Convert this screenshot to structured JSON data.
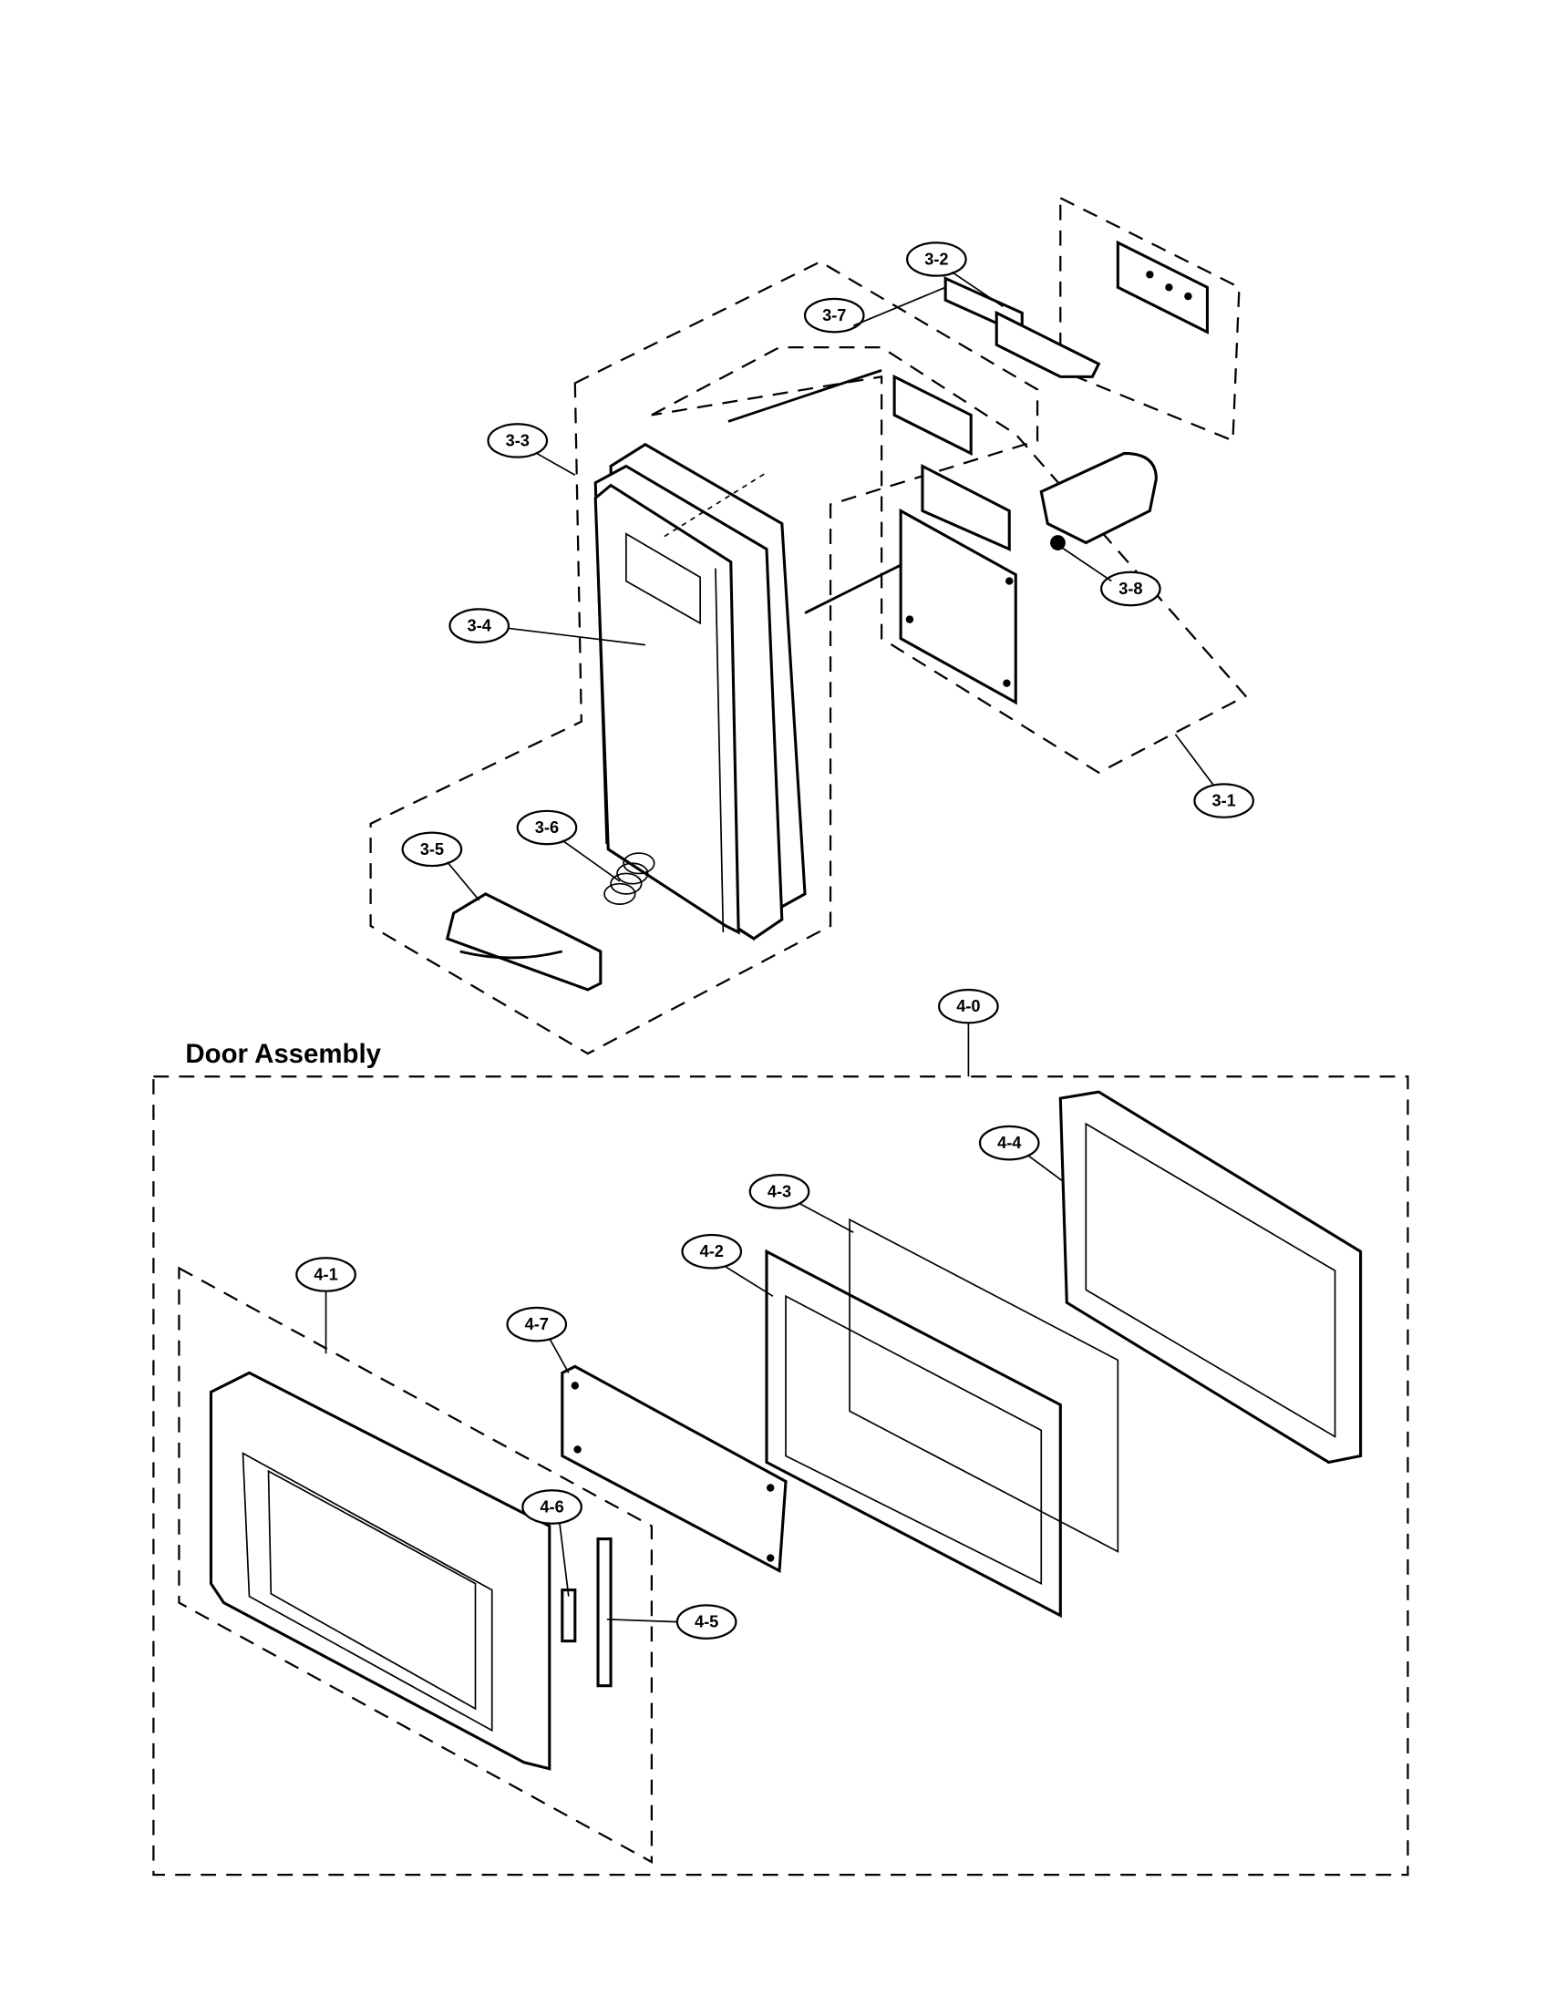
{
  "diagram": {
    "section_title": "Door Assembly",
    "callouts": {
      "c31": "3-1",
      "c32": "3-2",
      "c33": "3-3",
      "c34": "3-4",
      "c35": "3-5",
      "c36": "3-6",
      "c37": "3-7",
      "c38": "3-8",
      "c40": "4-0",
      "c41": "4-1",
      "c42": "4-2",
      "c43": "4-3",
      "c44": "4-4",
      "c45": "4-5",
      "c46": "4-6",
      "c47": "4-7"
    }
  }
}
